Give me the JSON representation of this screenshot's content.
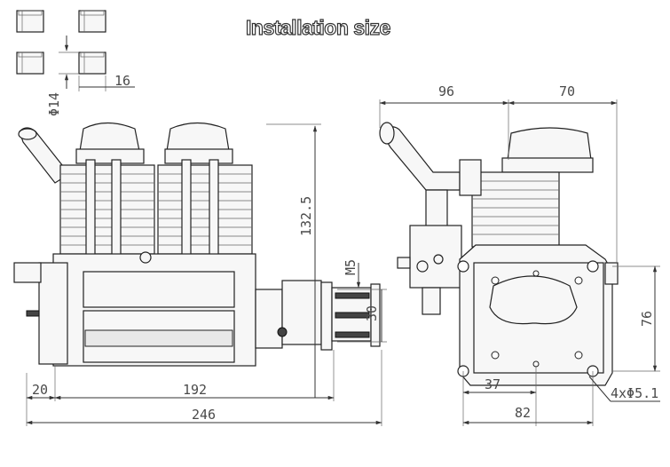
{
  "title": "Installation size",
  "dimensions": {
    "spacer_diameter": "Φ14",
    "spacer_length": "16",
    "front_height": "132.5",
    "front_m5": "M5",
    "front_30": "30",
    "front_20": "20",
    "front_192": "192",
    "front_246": "246",
    "side_96": "96",
    "side_70": "70",
    "side_76": "76",
    "side_37": "37",
    "side_82": "82",
    "side_holes": "4xΦ5.1"
  },
  "colors": {
    "line": "#333333",
    "text": "#4a4a4a",
    "background": "#ffffff"
  }
}
